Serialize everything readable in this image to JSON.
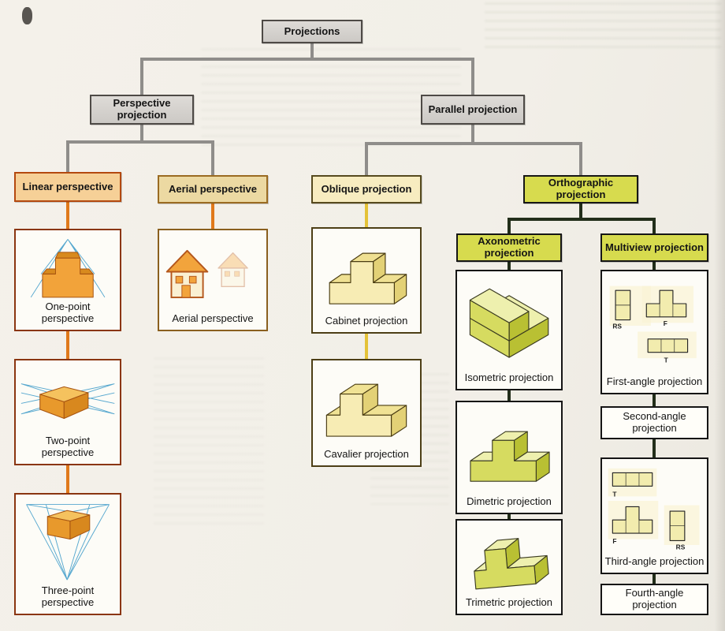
{
  "diagram": {
    "root": {
      "label": "Projections"
    },
    "perspective": {
      "label": "Perspective projection",
      "linear": {
        "label": "Linear perspective",
        "examples": [
          "One-point perspective",
          "Two-point perspective",
          "Three-point perspective"
        ]
      },
      "aerial": {
        "label": "Aerial perspective",
        "example_caption": "Aerial perspective"
      }
    },
    "parallel": {
      "label": "Parallel projection",
      "oblique": {
        "label": "Oblique projection",
        "examples": [
          "Cabinet projection",
          "Cavalier projection"
        ]
      },
      "orthographic": {
        "label": "Orthographic projection",
        "axonometric": {
          "label": "Axonometric projection",
          "examples": [
            "Isometric projection",
            "Dimetric projection",
            "Trimetric projection"
          ]
        },
        "multiview": {
          "label": "Multiview projection",
          "items": [
            "First-angle projection",
            "Second-angle projection",
            "Third-angle projection",
            "Fourth-angle projection"
          ],
          "first_angle_views": {
            "side": "RS",
            "front": "F",
            "top": "T"
          },
          "third_angle_views": {
            "top": "T",
            "front": "F",
            "side": "RS"
          }
        }
      }
    }
  },
  "palette": {
    "background": "#f2efe8",
    "header_gray": "#d6d3cf",
    "connector_gray": "#8f8d8a",
    "connector_orange": "#e0791b",
    "connector_yellow": "#e4c238",
    "connector_dark": "#222e1a",
    "linear_box": "#f6d097",
    "aerial_box": "#ecd9a2",
    "oblique_box": "#f7ecc0",
    "green_box": "#d7db4e"
  }
}
